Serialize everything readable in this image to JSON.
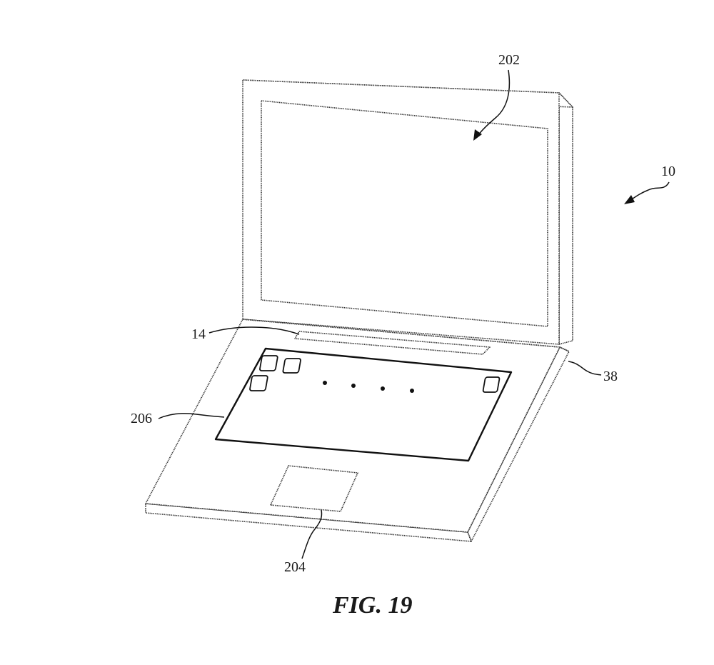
{
  "labels": {
    "display": "202",
    "device": "10",
    "strip": "14",
    "hinge": "38",
    "keyboard": "206",
    "trackpad": "204"
  },
  "caption": "FIG. 19",
  "colors": {
    "line": "#111111",
    "dotted_line": "#333333",
    "background": "#ffffff"
  }
}
